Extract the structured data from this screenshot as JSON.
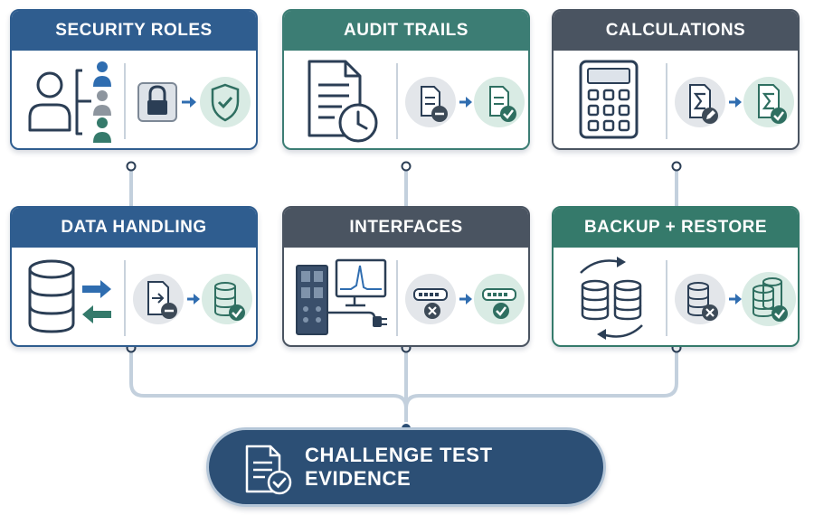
{
  "colors": {
    "blue_header": "#2f5d8f",
    "teal_header": "#3c7d74",
    "slate_header": "#4a5461",
    "green_header": "#357a6b",
    "icon_stroke": "#2b3e55",
    "check_green": "#2f6f61",
    "accent_blue": "#2f6db0",
    "pill_background": "#2c4f75",
    "connector": "#b8c7d6"
  },
  "cards": [
    {
      "title": "SECURITY ROLES",
      "main_icon": "users-hierarchy-icon",
      "flow_from": "lock-icon",
      "flow_to": "shield-check-icon"
    },
    {
      "title": "AUDIT TRAILS",
      "main_icon": "document-clock-icon",
      "flow_from": "document-minus-icon",
      "flow_to": "document-check-icon"
    },
    {
      "title": "CALCULATIONS",
      "main_icon": "calculator-icon",
      "flow_from": "sigma-edit-icon",
      "flow_to": "sigma-check-icon"
    },
    {
      "title": "DATA HANDLING",
      "main_icon": "database-transfer-icon",
      "flow_from": "file-import-minus-icon",
      "flow_to": "database-check-icon"
    },
    {
      "title": "INTERFACES",
      "main_icon": "instrument-plug-icon",
      "flow_from": "port-error-icon",
      "flow_to": "port-check-icon"
    },
    {
      "title": "BACKUP + RESTORE",
      "main_icon": "database-sync-icon",
      "flow_from": "database-error-icon",
      "flow_to": "database-stack-check-icon"
    }
  ],
  "evidence": {
    "label": "CHALLENGE TEST EVIDENCE",
    "icon": "document-check-icon"
  }
}
